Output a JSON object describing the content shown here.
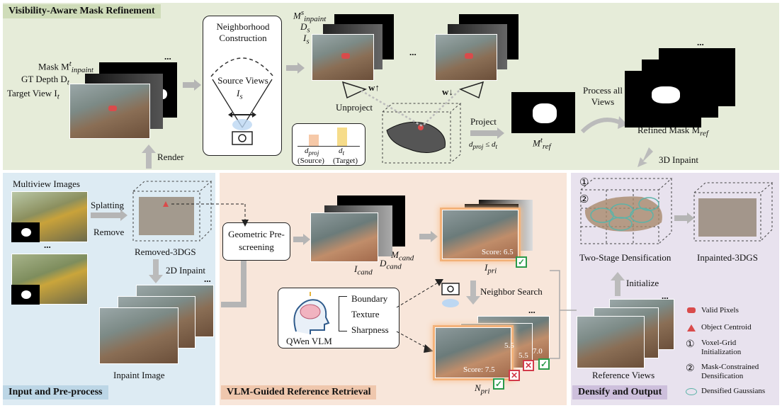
{
  "sections": {
    "top": "Visibility-Aware Mask Refinement",
    "input": "Input and Pre-process",
    "vlm": "VLM-Guided Reference Retrieval",
    "output": "Densify and Output"
  },
  "top": {
    "mask_label": "Mask M",
    "mask_sup": "t",
    "mask_sub": "inpaint",
    "depth_label": "GT Depth D",
    "depth_sub": "t",
    "target_label": "Target View I",
    "target_sub": "t",
    "ellipsis": "...",
    "render": "Render",
    "neighborhood_title": "Neighborhood Construction",
    "source_views": "Source Views",
    "source_sym": "I",
    "source_sub": "s",
    "ms_label": "M",
    "ms_sup": "s",
    "ms_sub": "inpaint",
    "ds_label": "D",
    "ds_sub": "s",
    "is_label": "I",
    "is_sub": "s",
    "unproject": "Unproject",
    "w_up": "w↑",
    "w_down": "w↓",
    "dproj": "d",
    "dproj_sub": "proj",
    "dt": "d",
    "dt_sub": "t",
    "source_caption": "(Source)",
    "target_caption": "(Target)",
    "project": "Project",
    "project_cond": "d",
    "project_cond_sub": "proj",
    "project_cond_rest": " ≤ d",
    "project_cond_t": "t",
    "mref_t_label": "M",
    "mref_t_sup": "t",
    "mref_t_sub": "ref",
    "process_all": "Process all Views",
    "refined_mask": "Refined Mask M",
    "refined_sub": "ref",
    "inpaint3d": "3D Inpaint"
  },
  "input": {
    "multiview": "Multiview Images",
    "splatting": "Splatting",
    "remove": "Remove",
    "removed3dgs": "Removed-3DGS",
    "inpaint2d": "2D Inpaint",
    "inpaint_image": "Inpaint Image",
    "ellipsis": "..."
  },
  "vlm": {
    "geometric": "Geometric Pre-screening",
    "mcand": "M",
    "mcand_sub": "cand",
    "dcand": "D",
    "dcand_sub": "cand",
    "icand": "I",
    "icand_sub": "cand",
    "score_pri": "Score: 6.5",
    "ipri": "I",
    "ipri_sub": "pri",
    "neighbor_search": "Neighbor Search",
    "boundary": "Boundary",
    "texture": "Texture",
    "sharpness": "Sharpness",
    "qwen": "QWen  VLM",
    "score_npri": "Score: 7.5",
    "s55a": "5.5",
    "s55b": "5.5",
    "s70": "7.0",
    "npri": "N",
    "npri_sub": "pri",
    "ellipsis": "..."
  },
  "output": {
    "two_stage": "Two-Stage Densification",
    "inpainted": "Inpainted-3DGS",
    "initialize": "Initialize",
    "reference_views": "Reference Views",
    "ellipsis": "...",
    "num1": "①",
    "num2": "②"
  },
  "legend": {
    "valid_pixels": "Valid Pixels",
    "object_centroid": "Object Centroid",
    "voxel_grid": "Voxel-Grid Initialization",
    "mask_constrained": "Mask-Constrained Densification",
    "densified": "Densified Gaussians",
    "n1": "①",
    "n2": "②"
  },
  "colors": {
    "top_bg": "#e6ecd9",
    "input_bg": "#ddebf3",
    "vlm_bg": "#f8e6da",
    "out_bg": "#e8e2ee",
    "accent_red": "#d94b4b",
    "check_green": "#2a9a4a",
    "cross_red": "#d23a4a",
    "glow_orange": "#f3b27a"
  }
}
